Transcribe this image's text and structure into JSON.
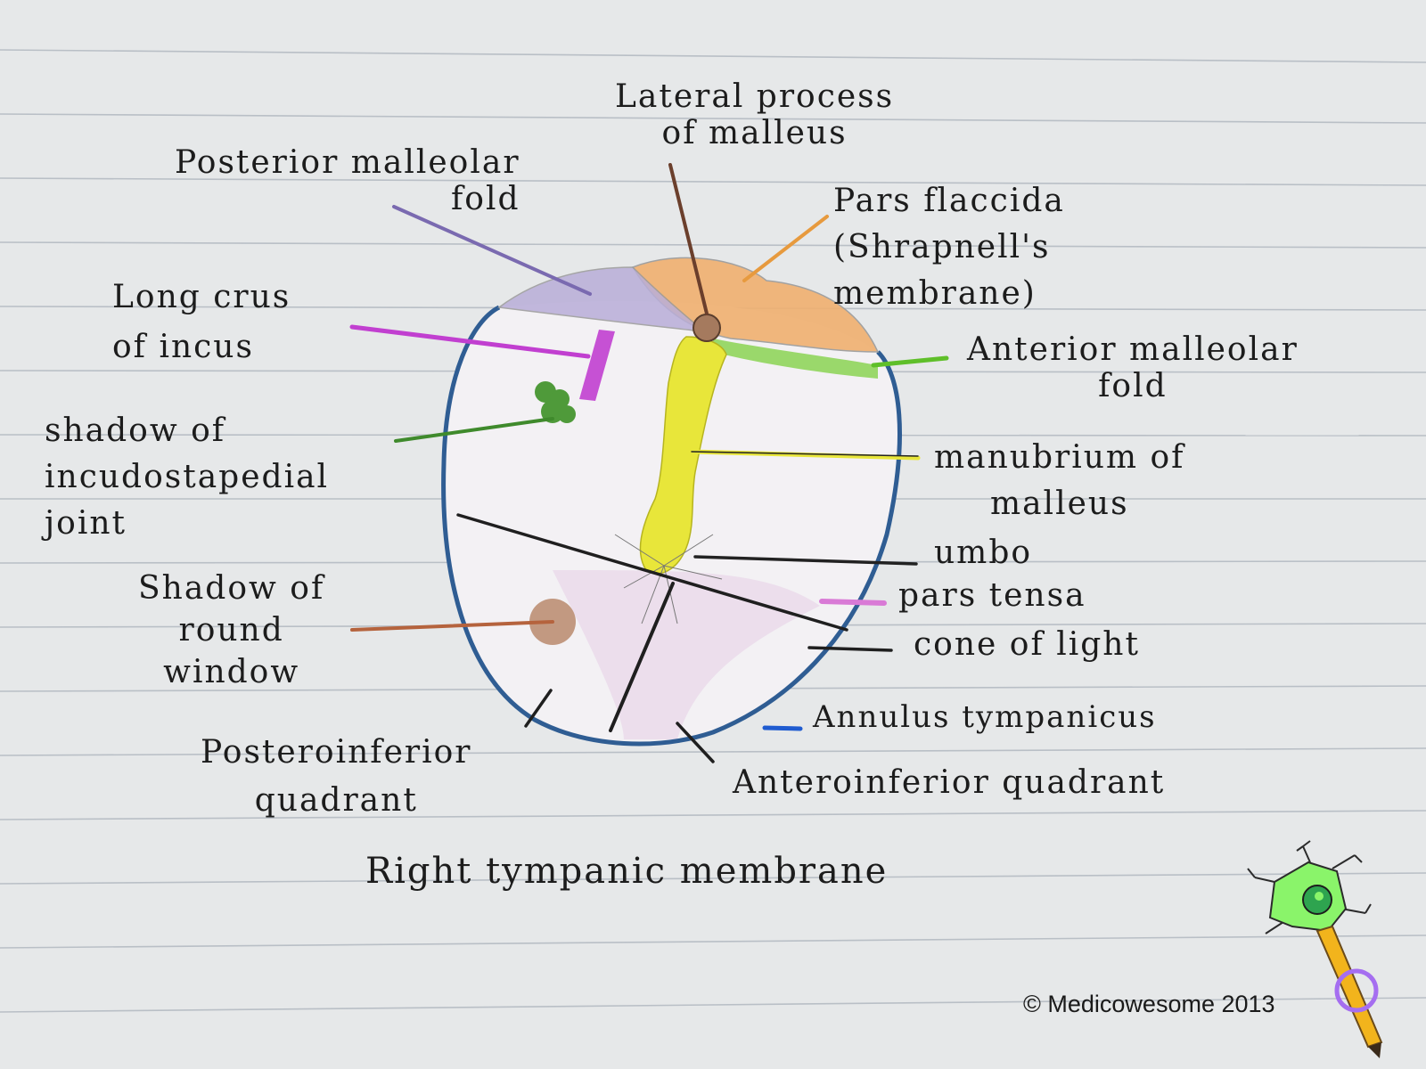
{
  "labels": {
    "lateral_process": "Lateral process\nof malleus",
    "posterior_malleolar_fold": "Posterior malleolar\nfold",
    "pars_flaccida": "Pars flaccida\n(Shrapnell's\nmembrane)",
    "long_crus": "Long crus\nof incus",
    "anterior_malleolar_fold": "Anterior malleolar\nfold",
    "incudostapedial": "shadow of\nincudostapedial\njoint",
    "manubrium": "manubrium of\nmalleus",
    "umbo": "umbo",
    "pars_tensa": "pars tensa",
    "cone_of_light": "cone of light",
    "round_window": "Shadow of\nround\nwindow",
    "annulus": "Annulus tympanicus",
    "posteroinferior": "Posteroinferior\nquadrant",
    "anteroinferior": "Anteroinferior quadrant"
  },
  "caption": "Right tympanic membrane",
  "copyright": "© Medicowesome 2013",
  "colors": {
    "paper": "#e6e8e9",
    "ruled_line": "#b9bfc6",
    "membrane_outline": "#2f5d93",
    "pars_flaccida": "#f0b070",
    "posterior_fold": "#a799c9",
    "long_crus": "#c13fd0",
    "incudostapedial": "#3f8a2c",
    "anterior_fold": "#5fbf2a",
    "manubrium": "#e8e63a",
    "pars_tensa": "#d97ad6",
    "round_window": "#b98a6c",
    "cone_of_light": "#1f1f1f",
    "annulus": "#1f5bd0",
    "lateral_process": "#6b3f2c"
  },
  "icons": [
    "neuron-pencil-logo-icon"
  ]
}
